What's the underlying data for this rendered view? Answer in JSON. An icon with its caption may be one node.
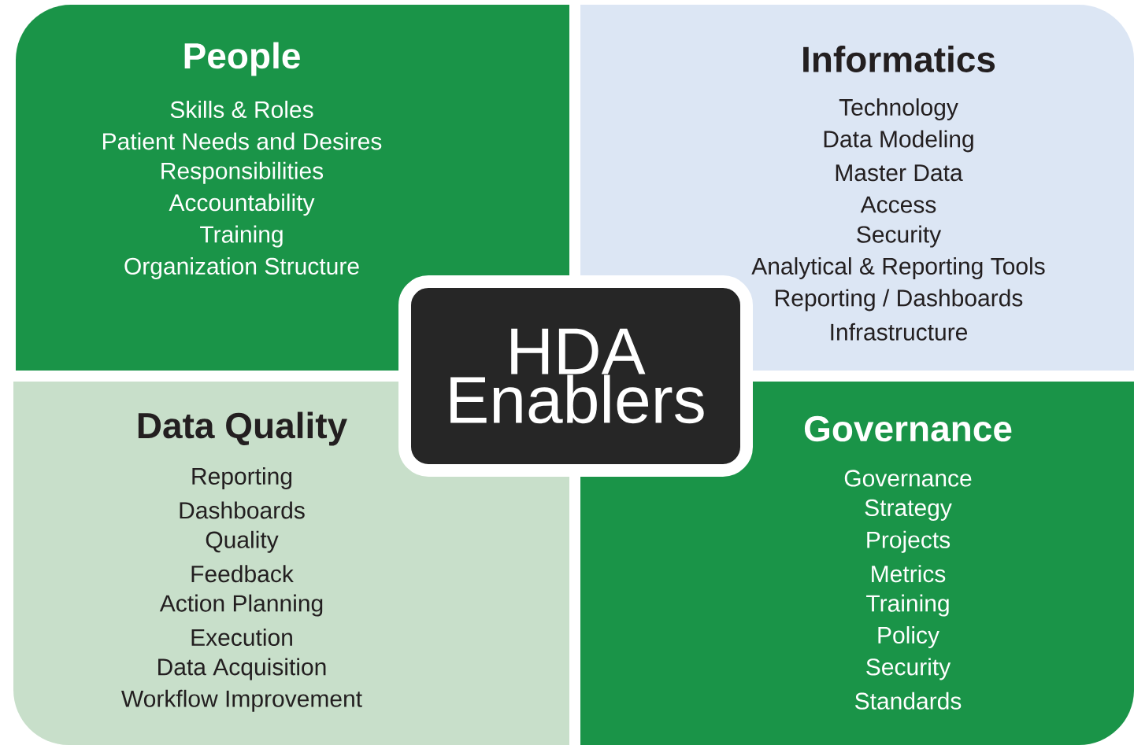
{
  "diagram": {
    "nodes": [
      {
        "text": [
          "People",
          "Skills & Roles",
          "Patient Needs and Desires",
          "Responsibilities",
          "Accountability",
          "Training",
          "Organization Structure"
        ]
      },
      {
        "text": [
          "Informatics",
          "Technology",
          "Data Modeling",
          "Master Data",
          "Access",
          "Security",
          "Analytical & Reporting Tools",
          "Reporting / Dashboards",
          "Infrastructure"
        ]
      },
      {
        "text": [
          "Data Quality",
          "Reporting",
          "Dashboards",
          "Quality",
          "Feedback",
          "Action Planning",
          "Execution",
          "Data Acquisition",
          "Workflow Improvement"
        ]
      },
      {
        "text": [
          "Governance",
          "Governance",
          "Strategy",
          "Projects",
          "Metrics",
          "Training",
          "Policy",
          "Security",
          "Standards"
        ]
      },
      {
        "text": [
          "HDA Enablers"
        ]
      }
    ]
  }
}
